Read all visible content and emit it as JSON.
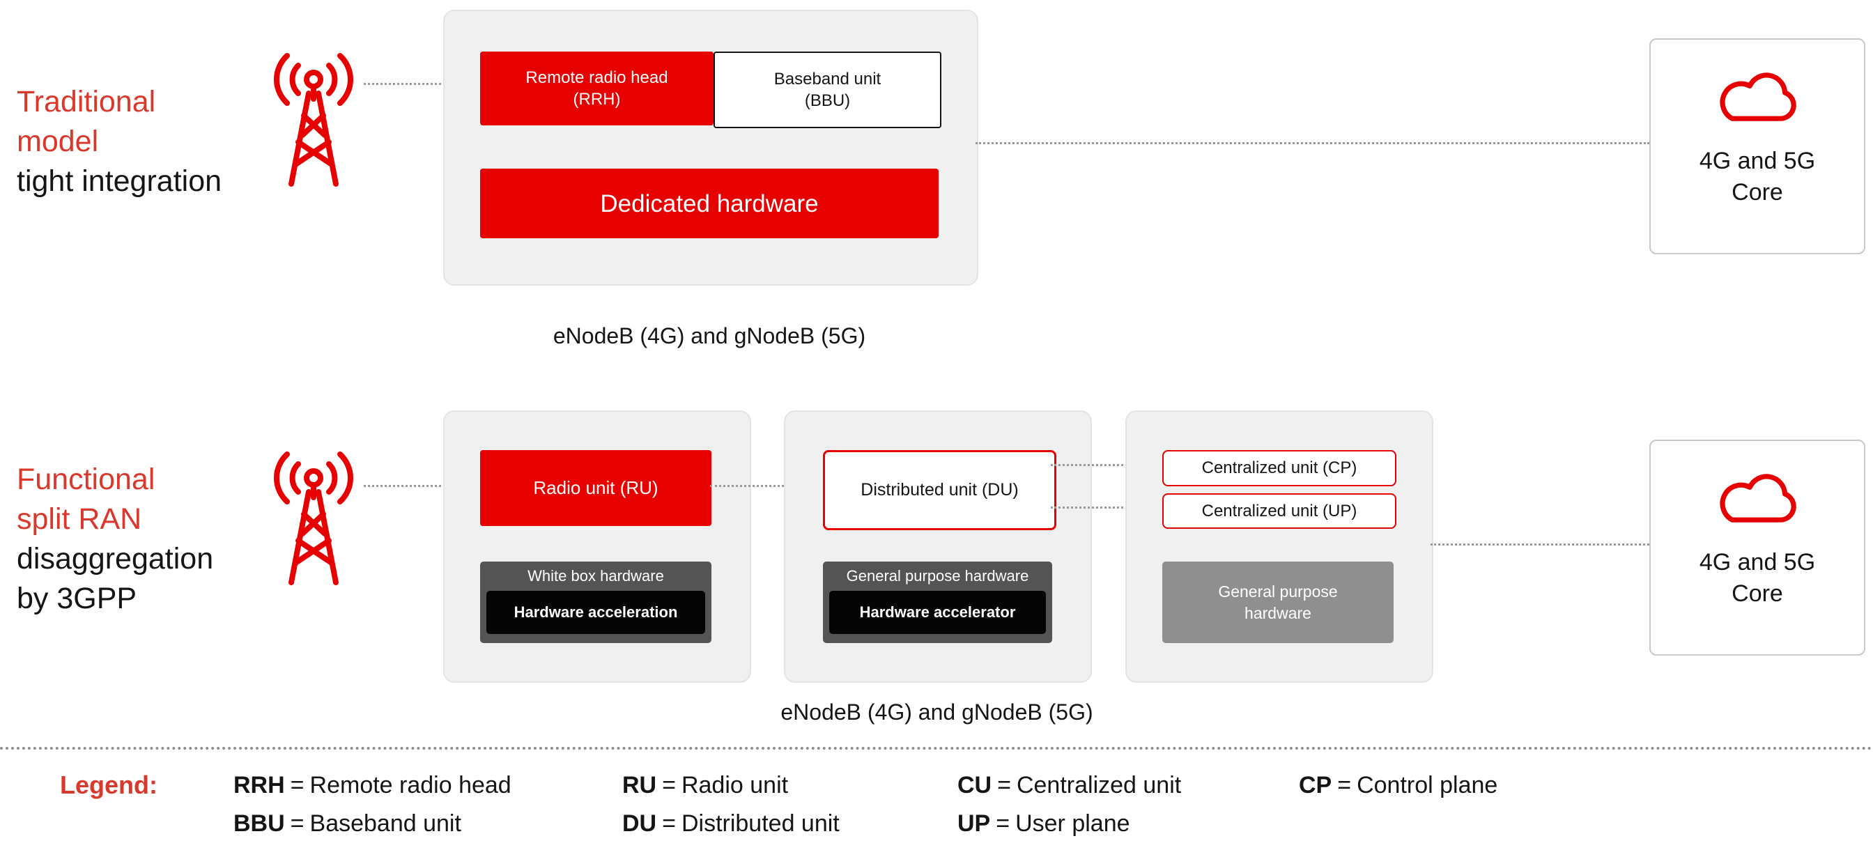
{
  "palette": {
    "red": "#e60000",
    "heading_red": "#d9392c",
    "panel_gray": "#f0f0f0",
    "hardware_dark_gray": "#545454",
    "hardware_black": "#050505",
    "hardware_mid_gray": "#8f8f8f",
    "text": "#151515"
  },
  "traditional": {
    "title_lines": [
      "Traditional",
      "model"
    ],
    "subtitle_lines": [
      "tight integration"
    ],
    "rrh_label": "Remote radio head (RRH)",
    "bbu_label": "Baseband unit (BBU)",
    "dedicated_label": "Dedicated hardware",
    "core_label": "4G and 5G Core",
    "caption": "eNodeB (4G) and gNodeB (5G)"
  },
  "functional": {
    "title_lines": [
      "Functional",
      "split RAN"
    ],
    "subtitle_lines": [
      "disaggregation",
      "by 3GPP"
    ],
    "ru_label": "Radio unit (RU)",
    "ru_hw_title": "White box hardware",
    "ru_hw_accel": "Hardware acceleration",
    "du_label": "Distributed unit (DU)",
    "du_hw_title": "General purpose hardware",
    "du_hw_accel": "Hardware accelerator",
    "cu_cp_label": "Centralized unit (CP)",
    "cu_up_label": "Centralized unit (UP)",
    "cu_hw_label": "General purpose hardware",
    "core_label": "4G and 5G Core",
    "caption": "eNodeB (4G) and gNodeB (5G)"
  },
  "legend": {
    "title": "Legend:",
    "separator": "=",
    "entries": [
      {
        "abbr": "RRH",
        "def": "Remote radio head"
      },
      {
        "abbr": "BBU",
        "def": "Baseband unit"
      },
      {
        "abbr": "RU",
        "def": "Radio unit"
      },
      {
        "abbr": "DU",
        "def": "Distributed unit"
      },
      {
        "abbr": "CU",
        "def": "Centralized unit"
      },
      {
        "abbr": "UP",
        "def": "User plane"
      },
      {
        "abbr": "CP",
        "def": "Control plane"
      }
    ]
  }
}
